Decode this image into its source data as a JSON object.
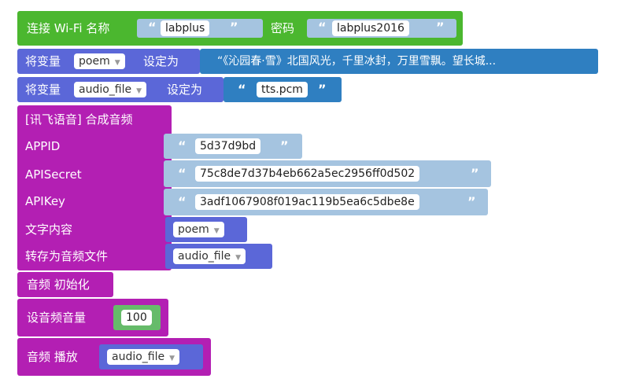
{
  "wifi": {
    "label": "连接 Wi-Fi 名称",
    "ssid": "labplus",
    "pwd_label": "密码",
    "password": "labplus2016"
  },
  "set_poem": {
    "label": "将变量",
    "var": "poem",
    "set_label": "设定为",
    "value": "《沁园春·雪》北国风光，千里冰封，万里雪飘。望长城..."
  },
  "set_audio": {
    "label": "将变量",
    "var": "audio_file",
    "set_label": "设定为",
    "value": "tts.pcm"
  },
  "tts": {
    "title": "[讯飞语音] 合成音频",
    "rows": [
      {
        "label": "APPID",
        "value": "5d37d9bd"
      },
      {
        "label": "APISecret",
        "value": "75c8de7d37b4eb662a5ec2956ff0d502"
      },
      {
        "label": "APIKey",
        "value": "3adf1067908f019ac119b5ea6c5dbe8e"
      }
    ],
    "text_label": "文字内容",
    "text_var": "poem",
    "save_label": "转存为音频文件",
    "save_var": "audio_file"
  },
  "audio_init": {
    "label": "音频 初始化"
  },
  "volume": {
    "label": "设音频音量",
    "value": "100"
  },
  "play": {
    "label": "音频 播放",
    "var": "audio_file"
  },
  "quote_open": "“",
  "quote_close": "”",
  "dropdown_arrow": "▼",
  "colors": {
    "wifi": "#4bb72f",
    "variable": "#5b67d8",
    "string_dark": "#2f7fc1",
    "string_light": "#a5c4e0",
    "audio": "#b31fb3",
    "number": "#66bb6a"
  }
}
